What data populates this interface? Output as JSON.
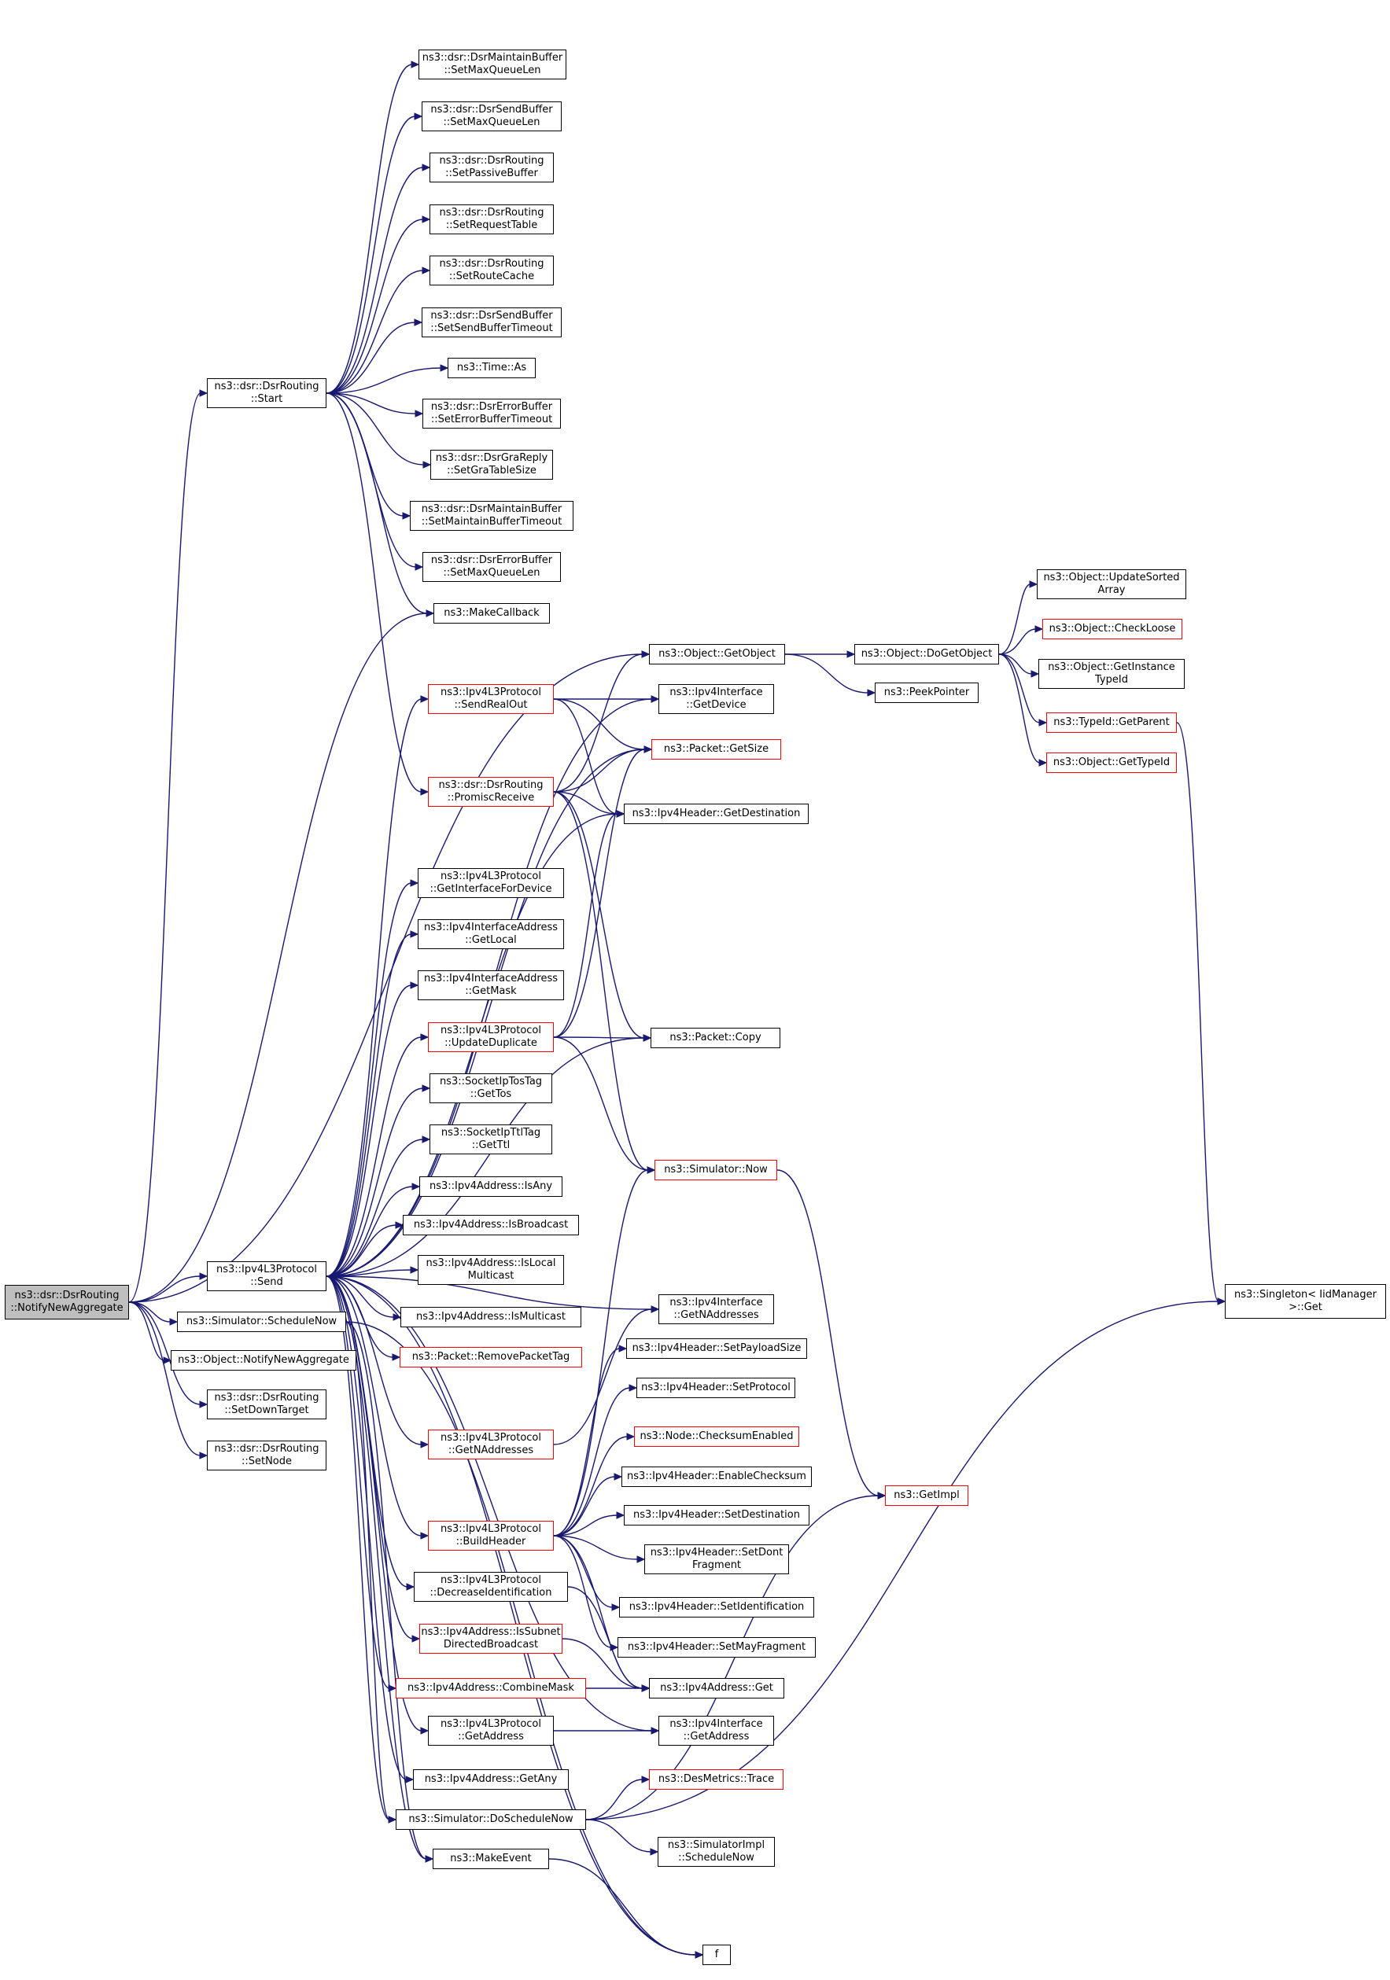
{
  "diagram": {
    "type": "call-graph",
    "edge_color": "#191970",
    "border_colors": {
      "normal": "#000000",
      "truncated": "#ff0000"
    },
    "root_fill": "#bfbfbf",
    "nodes": [
      {
        "id": "root",
        "label": "ns3::dsr::DsrRouting\n::NotifyNewAggregate",
        "style": "root"
      },
      {
        "id": "start",
        "label": "ns3::dsr::DsrRouting\n::Start",
        "style": "normal"
      },
      {
        "id": "l3send",
        "label": "ns3::Ipv4L3Protocol\n::Send",
        "style": "normal"
      },
      {
        "id": "schednow",
        "label": "ns3::Simulator::ScheduleNow",
        "style": "normal"
      },
      {
        "id": "objnna",
        "label": "ns3::Object::NotifyNewAggregate",
        "style": "normal"
      },
      {
        "id": "setdown",
        "label": "ns3::dsr::DsrRouting\n::SetDownTarget",
        "style": "normal"
      },
      {
        "id": "setnode",
        "label": "ns3::dsr::DsrRouting\n::SetNode",
        "style": "normal"
      },
      {
        "id": "mbqlen",
        "label": "ns3::dsr::DsrMaintainBuffer\n::SetMaxQueueLen",
        "style": "normal"
      },
      {
        "id": "sbqlen",
        "label": "ns3::dsr::DsrSendBuffer\n::SetMaxQueueLen",
        "style": "normal"
      },
      {
        "id": "passive",
        "label": "ns3::dsr::DsrRouting\n::SetPassiveBuffer",
        "style": "normal"
      },
      {
        "id": "reqtable",
        "label": "ns3::dsr::DsrRouting\n::SetRequestTable",
        "style": "normal"
      },
      {
        "id": "routecache",
        "label": "ns3::dsr::DsrRouting\n::SetRouteCache",
        "style": "normal"
      },
      {
        "id": "sbtimeout",
        "label": "ns3::dsr::DsrSendBuffer\n::SetSendBufferTimeout",
        "style": "normal"
      },
      {
        "id": "timeas",
        "label": "ns3::Time::As",
        "style": "normal"
      },
      {
        "id": "ebtimeout",
        "label": "ns3::dsr::DsrErrorBuffer\n::SetErrorBufferTimeout",
        "style": "normal"
      },
      {
        "id": "gratable",
        "label": "ns3::dsr::DsrGraReply\n::SetGraTableSize",
        "style": "normal"
      },
      {
        "id": "mbtimeout",
        "label": "ns3::dsr::DsrMaintainBuffer\n::SetMaintainBufferTimeout",
        "style": "normal"
      },
      {
        "id": "ebqlen",
        "label": "ns3::dsr::DsrErrorBuffer\n::SetMaxQueueLen",
        "style": "normal"
      },
      {
        "id": "makecb",
        "label": "ns3::MakeCallback",
        "style": "normal"
      },
      {
        "id": "getobject",
        "label": "ns3::Object::GetObject",
        "style": "normal"
      },
      {
        "id": "dogetobject",
        "label": "ns3::Object::DoGetObject",
        "style": "normal"
      },
      {
        "id": "peekptr",
        "label": "ns3::PeekPointer",
        "style": "normal"
      },
      {
        "id": "updsorted",
        "label": "ns3::Object::UpdateSorted\nArray",
        "style": "normal"
      },
      {
        "id": "checkloose",
        "label": "ns3::Object::CheckLoose",
        "style": "red"
      },
      {
        "id": "getinsttid",
        "label": "ns3::Object::GetInstance\nTypeId",
        "style": "normal"
      },
      {
        "id": "getparent",
        "label": "ns3::TypeId::GetParent",
        "style": "red"
      },
      {
        "id": "gettypeid",
        "label": "ns3::Object::GetTypeId",
        "style": "red"
      },
      {
        "id": "singleton",
        "label": "ns3::Singleton< IidManager\n>::Get",
        "style": "normal"
      },
      {
        "id": "sendrealout",
        "label": "ns3::Ipv4L3Protocol\n::SendRealOut",
        "style": "red"
      },
      {
        "id": "ifgetdevice",
        "label": "ns3::Ipv4Interface\n::GetDevice",
        "style": "normal"
      },
      {
        "id": "pktgetsize",
        "label": "ns3::Packet::GetSize",
        "style": "red"
      },
      {
        "id": "promisc",
        "label": "ns3::dsr::DsrRouting\n::PromiscReceive",
        "style": "red"
      },
      {
        "id": "getdest",
        "label": "ns3::Ipv4Header::GetDestination",
        "style": "normal"
      },
      {
        "id": "getiffordev",
        "label": "ns3::Ipv4L3Protocol\n::GetInterfaceForDevice",
        "style": "normal"
      },
      {
        "id": "getlocal",
        "label": "ns3::Ipv4InterfaceAddress\n::GetLocal",
        "style": "normal"
      },
      {
        "id": "getmask",
        "label": "ns3::Ipv4InterfaceAddress\n::GetMask",
        "style": "normal"
      },
      {
        "id": "upddup",
        "label": "ns3::Ipv4L3Protocol\n::UpdateDuplicate",
        "style": "red"
      },
      {
        "id": "pktcopy",
        "label": "ns3::Packet::Copy",
        "style": "normal"
      },
      {
        "id": "gettos",
        "label": "ns3::SocketIpTosTag\n::GetTos",
        "style": "normal"
      },
      {
        "id": "getttl",
        "label": "ns3::SocketIpTtlTag\n::GetTtl",
        "style": "normal"
      },
      {
        "id": "simnow",
        "label": "ns3::Simulator::Now",
        "style": "red"
      },
      {
        "id": "isany",
        "label": "ns3::Ipv4Address::IsAny",
        "style": "normal"
      },
      {
        "id": "isbcast",
        "label": "ns3::Ipv4Address::IsBroadcast",
        "style": "normal"
      },
      {
        "id": "islocalmc",
        "label": "ns3::Ipv4Address::IsLocal\nMulticast",
        "style": "normal"
      },
      {
        "id": "ismc",
        "label": "ns3::Ipv4Address::IsMulticast",
        "style": "normal"
      },
      {
        "id": "rmtag",
        "label": "ns3::Packet::RemovePacketTag",
        "style": "red"
      },
      {
        "id": "ifgetnaddr",
        "label": "ns3::Ipv4Interface\n::GetNAddresses",
        "style": "normal"
      },
      {
        "id": "setpayload",
        "label": "ns3::Ipv4Header::SetPayloadSize",
        "style": "normal"
      },
      {
        "id": "setproto",
        "label": "ns3::Ipv4Header::SetProtocol",
        "style": "normal"
      },
      {
        "id": "cksumen",
        "label": "ns3::Node::ChecksumEnabled",
        "style": "red"
      },
      {
        "id": "l3getnaddr",
        "label": "ns3::Ipv4L3Protocol\n::GetNAddresses",
        "style": "red"
      },
      {
        "id": "enablecksum",
        "label": "ns3::Ipv4Header::EnableChecksum",
        "style": "normal"
      },
      {
        "id": "getimpl",
        "label": "ns3::GetImpl",
        "style": "red"
      },
      {
        "id": "setdest",
        "label": "ns3::Ipv4Header::SetDestination",
        "style": "normal"
      },
      {
        "id": "buildhdr",
        "label": "ns3::Ipv4L3Protocol\n::BuildHeader",
        "style": "red"
      },
      {
        "id": "setdontfrag",
        "label": "ns3::Ipv4Header::SetDont\nFragment",
        "style": "normal"
      },
      {
        "id": "decid",
        "label": "ns3::Ipv4L3Protocol\n::DecreaseIdentification",
        "style": "normal"
      },
      {
        "id": "setident",
        "label": "ns3::Ipv4Header::SetIdentification",
        "style": "normal"
      },
      {
        "id": "issubnet",
        "label": "ns3::Ipv4Address::IsSubnet\nDirectedBroadcast",
        "style": "red"
      },
      {
        "id": "setmayfrag",
        "label": "ns3::Ipv4Header::SetMayFragment",
        "style": "normal"
      },
      {
        "id": "combinemask",
        "label": "ns3::Ipv4Address::CombineMask",
        "style": "red"
      },
      {
        "id": "addrget",
        "label": "ns3::Ipv4Address::Get",
        "style": "normal"
      },
      {
        "id": "l3getaddr",
        "label": "ns3::Ipv4L3Protocol\n::GetAddress",
        "style": "normal"
      },
      {
        "id": "ifgetaddr",
        "label": "ns3::Ipv4Interface\n::GetAddress",
        "style": "normal"
      },
      {
        "id": "getany",
        "label": "ns3::Ipv4Address::GetAny",
        "style": "normal"
      },
      {
        "id": "desmetrics",
        "label": "ns3::DesMetrics::Trace",
        "style": "red"
      },
      {
        "id": "dosched",
        "label": "ns3::Simulator::DoScheduleNow",
        "style": "normal"
      },
      {
        "id": "simimplsched",
        "label": "ns3::SimulatorImpl\n::ScheduleNow",
        "style": "normal"
      },
      {
        "id": "makeevent",
        "label": "ns3::MakeEvent",
        "style": "normal"
      },
      {
        "id": "f",
        "label": "f",
        "style": "normal"
      }
    ],
    "edges": [
      [
        "root",
        "start"
      ],
      [
        "root",
        "l3send"
      ],
      [
        "root",
        "schednow"
      ],
      [
        "root",
        "objnna"
      ],
      [
        "root",
        "setdown"
      ],
      [
        "root",
        "setnode"
      ],
      [
        "root",
        "getobject"
      ],
      [
        "root",
        "makecb"
      ],
      [
        "start",
        "mbqlen"
      ],
      [
        "start",
        "sbqlen"
      ],
      [
        "start",
        "passive"
      ],
      [
        "start",
        "reqtable"
      ],
      [
        "start",
        "routecache"
      ],
      [
        "start",
        "sbtimeout"
      ],
      [
        "start",
        "timeas"
      ],
      [
        "start",
        "ebtimeout"
      ],
      [
        "start",
        "gratable"
      ],
      [
        "start",
        "mbtimeout"
      ],
      [
        "start",
        "ebqlen"
      ],
      [
        "start",
        "makecb"
      ],
      [
        "start",
        "promisc"
      ],
      [
        "getobject",
        "dogetobject"
      ],
      [
        "getobject",
        "peekptr"
      ],
      [
        "dogetobject",
        "updsorted"
      ],
      [
        "dogetobject",
        "checkloose"
      ],
      [
        "dogetobject",
        "getinsttid"
      ],
      [
        "dogetobject",
        "getparent"
      ],
      [
        "dogetobject",
        "gettypeid"
      ],
      [
        "getparent",
        "singleton"
      ],
      [
        "sendrealout",
        "ifgetdevice"
      ],
      [
        "sendrealout",
        "pktgetsize"
      ],
      [
        "sendrealout",
        "getdest"
      ],
      [
        "promisc",
        "getobject"
      ],
      [
        "promisc",
        "pktgetsize"
      ],
      [
        "promisc",
        "getdest"
      ],
      [
        "promisc",
        "pktcopy"
      ],
      [
        "promisc",
        "simnow"
      ],
      [
        "upddup",
        "pktgetsize"
      ],
      [
        "upddup",
        "getdest"
      ],
      [
        "upddup",
        "pktcopy"
      ],
      [
        "upddup",
        "simnow"
      ],
      [
        "simnow",
        "getimpl"
      ],
      [
        "l3send",
        "ifgetdevice"
      ],
      [
        "l3send",
        "pktgetsize"
      ],
      [
        "l3send",
        "getdest"
      ],
      [
        "l3send",
        "sendrealout"
      ],
      [
        "l3send",
        "getiffordev"
      ],
      [
        "l3send",
        "getlocal"
      ],
      [
        "l3send",
        "getmask"
      ],
      [
        "l3send",
        "upddup"
      ],
      [
        "l3send",
        "gettos"
      ],
      [
        "l3send",
        "getttl"
      ],
      [
        "l3send",
        "isany"
      ],
      [
        "l3send",
        "isbcast"
      ],
      [
        "l3send",
        "islocalmc"
      ],
      [
        "l3send",
        "ismc"
      ],
      [
        "l3send",
        "rmtag"
      ],
      [
        "l3send",
        "ifgetnaddr"
      ],
      [
        "l3send",
        "l3getnaddr"
      ],
      [
        "l3send",
        "buildhdr"
      ],
      [
        "l3send",
        "decid"
      ],
      [
        "l3send",
        "issubnet"
      ],
      [
        "l3send",
        "combinemask"
      ],
      [
        "l3send",
        "l3getaddr"
      ],
      [
        "l3send",
        "getany"
      ],
      [
        "l3send",
        "dosched"
      ],
      [
        "l3send",
        "makeevent"
      ],
      [
        "l3send",
        "ifgetaddr"
      ],
      [
        "l3send",
        "pktcopy"
      ],
      [
        "l3getnaddr",
        "ifgetnaddr"
      ],
      [
        "buildhdr",
        "setpayload"
      ],
      [
        "buildhdr",
        "setproto"
      ],
      [
        "buildhdr",
        "cksumen"
      ],
      [
        "buildhdr",
        "enablecksum"
      ],
      [
        "buildhdr",
        "setdest"
      ],
      [
        "buildhdr",
        "setdontfrag"
      ],
      [
        "buildhdr",
        "setident"
      ],
      [
        "buildhdr",
        "setmayfrag"
      ],
      [
        "buildhdr",
        "addrget"
      ],
      [
        "buildhdr",
        "simnow"
      ],
      [
        "decid",
        "addrget"
      ],
      [
        "issubnet",
        "addrget"
      ],
      [
        "combinemask",
        "addrget"
      ],
      [
        "l3getaddr",
        "ifgetaddr"
      ],
      [
        "schednow",
        "dosched"
      ],
      [
        "schednow",
        "makeevent"
      ],
      [
        "schednow",
        "f"
      ],
      [
        "dosched",
        "desmetrics"
      ],
      [
        "dosched",
        "simimplsched"
      ],
      [
        "dosched",
        "getimpl"
      ],
      [
        "dosched",
        "singleton"
      ],
      [
        "makeevent",
        "f"
      ],
      [
        "l3send",
        "f"
      ]
    ]
  }
}
